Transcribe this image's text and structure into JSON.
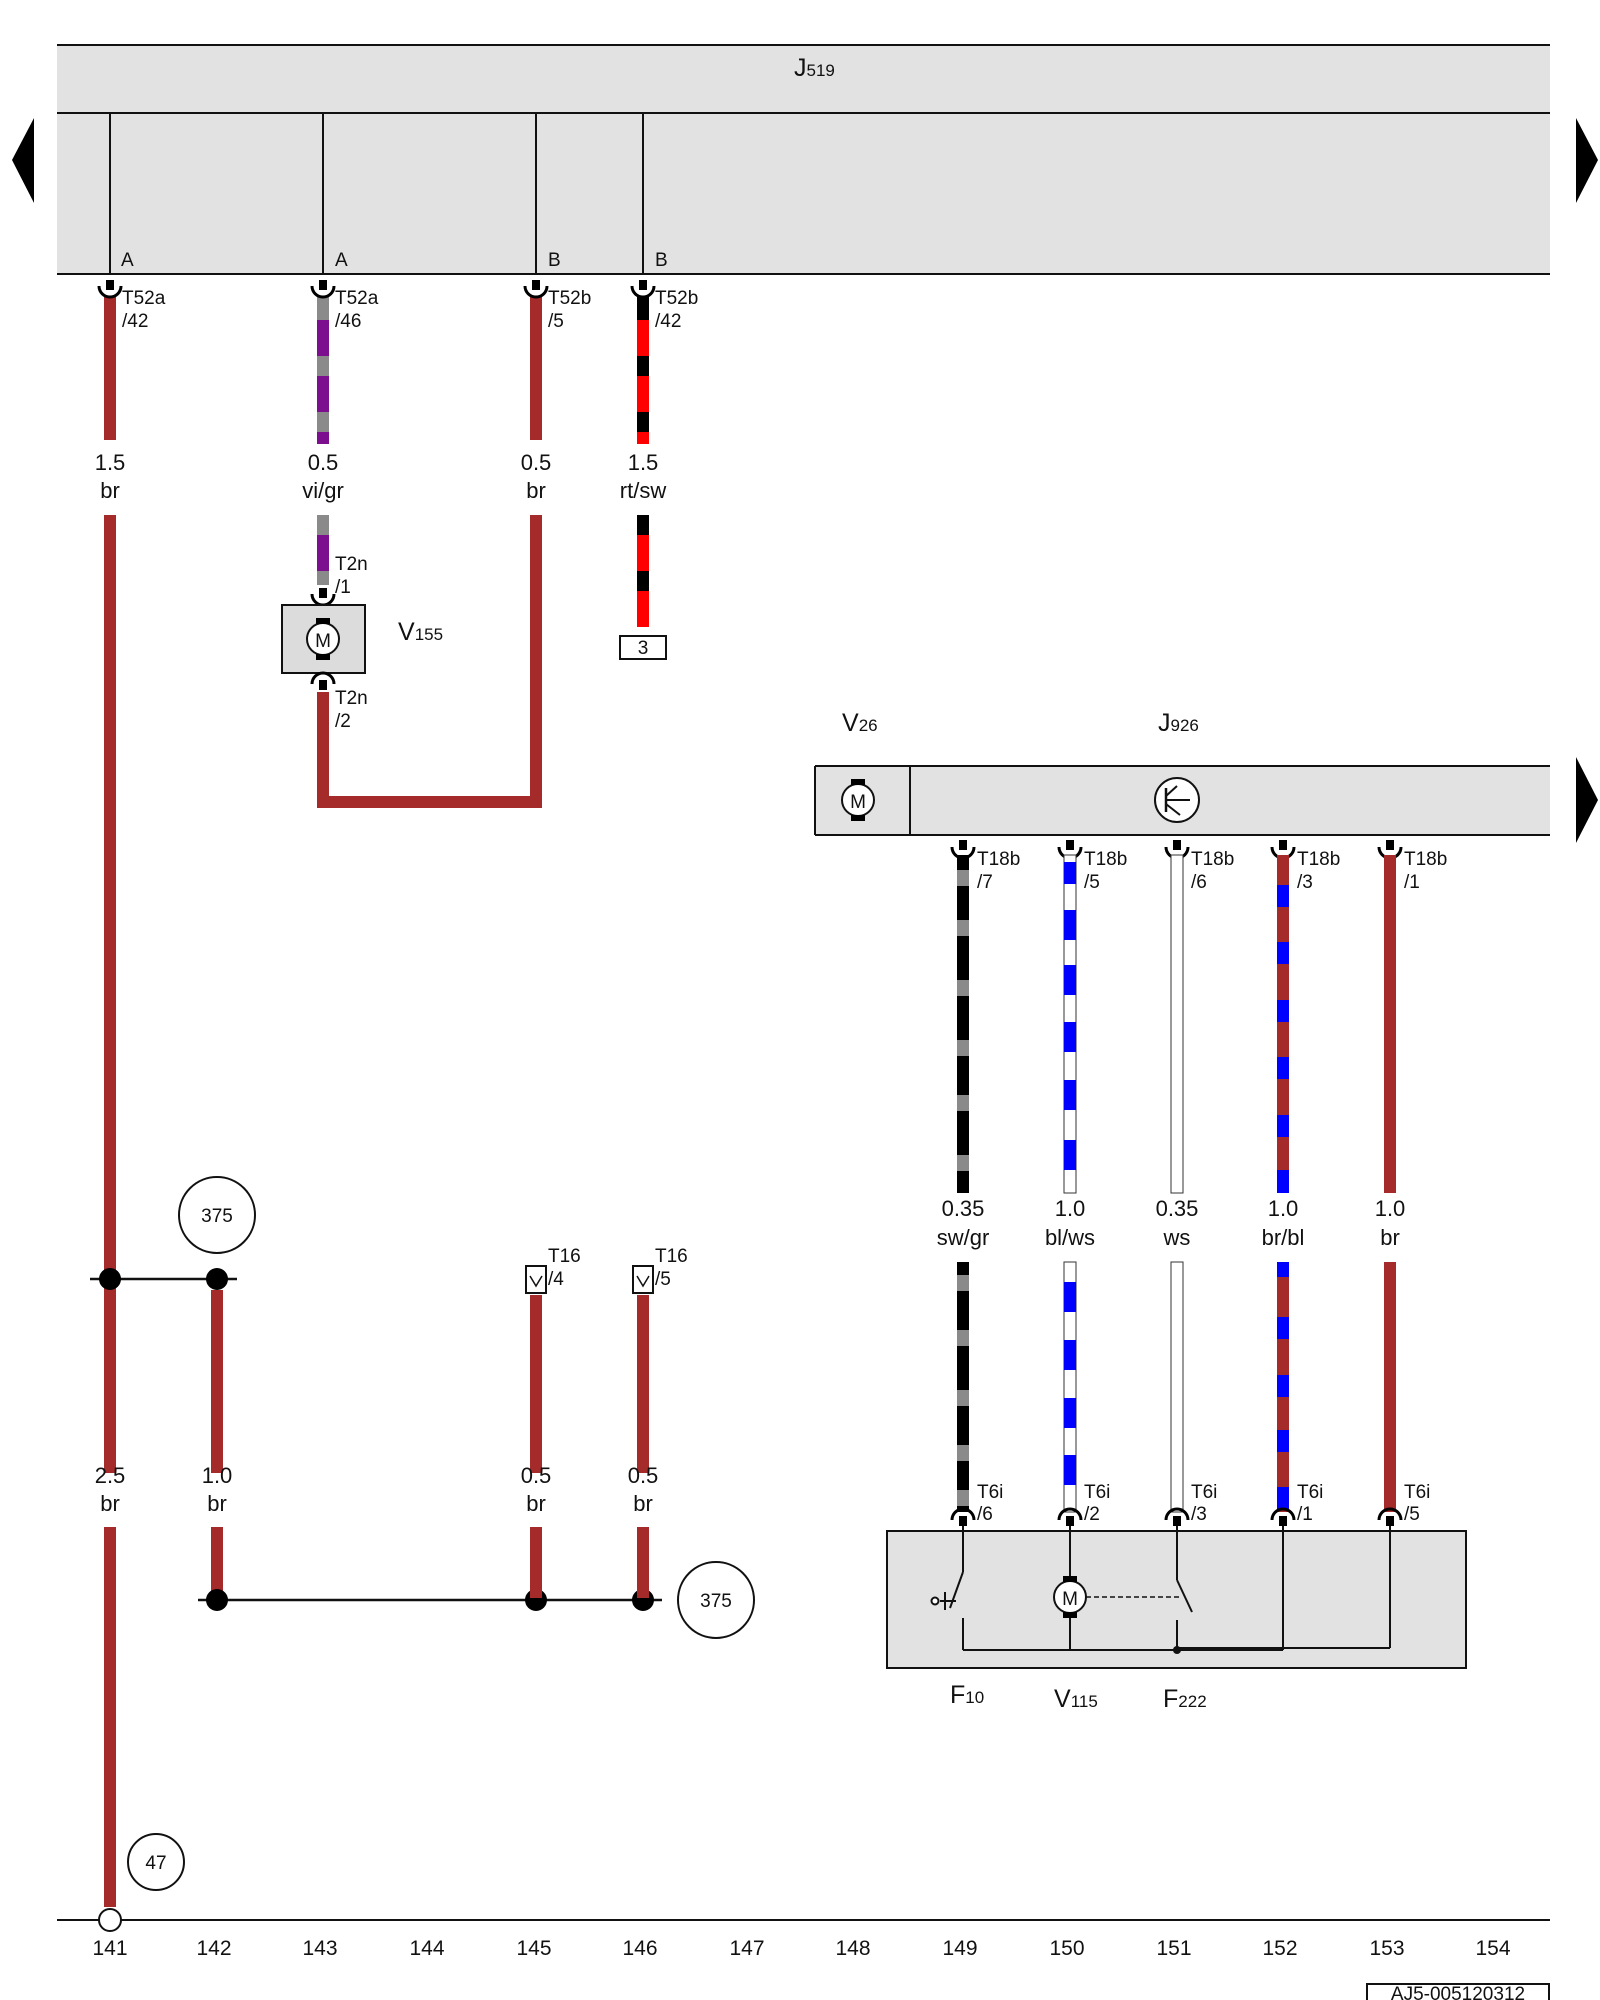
{
  "units": {
    "J519": {
      "code": "J",
      "num": "519"
    },
    "V155": {
      "code": "V",
      "num": "155"
    },
    "V26": {
      "code": "V",
      "num": "26"
    },
    "J926": {
      "code": "J",
      "num": "926"
    },
    "F10": {
      "code": "F",
      "num": "10"
    },
    "V115": {
      "code": "V",
      "num": "115"
    },
    "F222": {
      "code": "F",
      "num": "222"
    }
  },
  "bus_labels": [
    "A",
    "A",
    "B",
    "B"
  ],
  "connectors": [
    {
      "id": "T52a",
      "pin": "/42"
    },
    {
      "id": "T52a",
      "pin": "/46"
    },
    {
      "id": "T52b",
      "pin": "/5"
    },
    {
      "id": "T52b",
      "pin": "/42"
    },
    {
      "id": "T2n",
      "pin": "/1"
    },
    {
      "id": "T2n",
      "pin": "/2"
    },
    {
      "id": "T18b",
      "pin": "/7"
    },
    {
      "id": "T18b",
      "pin": "/5"
    },
    {
      "id": "T18b",
      "pin": "/6"
    },
    {
      "id": "T18b",
      "pin": "/3"
    },
    {
      "id": "T18b",
      "pin": "/1"
    },
    {
      "id": "T16",
      "pin": "/4"
    },
    {
      "id": "T16",
      "pin": "/5"
    },
    {
      "id": "T6i",
      "pin": "/6"
    },
    {
      "id": "T6i",
      "pin": "/2"
    },
    {
      "id": "T6i",
      "pin": "/3"
    },
    {
      "id": "T6i",
      "pin": "/1"
    },
    {
      "id": "T6i",
      "pin": "/5"
    }
  ],
  "wire_labels": [
    {
      "size": "1.5",
      "color": "br"
    },
    {
      "size": "0.5",
      "color": "vi/gr"
    },
    {
      "size": "0.5",
      "color": "br"
    },
    {
      "size": "1.5",
      "color": "rt/sw"
    },
    {
      "size": "0.35",
      "color": "sw/gr"
    },
    {
      "size": "1.0",
      "color": "bl/ws"
    },
    {
      "size": "0.35",
      "color": "ws"
    },
    {
      "size": "1.0",
      "color": "br/bl"
    },
    {
      "size": "1.0",
      "color": "br"
    },
    {
      "size": "2.5",
      "color": "br"
    },
    {
      "size": "1.0",
      "color": "br"
    },
    {
      "size": "0.5",
      "color": "br"
    },
    {
      "size": "0.5",
      "color": "br"
    }
  ],
  "refs": [
    "375",
    "375",
    "47"
  ],
  "terminal_box": "3",
  "motor_symbol": "M",
  "grid_numbers": [
    "141",
    "142",
    "143",
    "144",
    "145",
    "146",
    "147",
    "148",
    "149",
    "150",
    "151",
    "152",
    "153",
    "154"
  ],
  "doc_id": "AJ5-005120312",
  "colors": {
    "br": "#a52a2a",
    "vi": "#7b0f8e",
    "gr": "#8a8a8a",
    "rt": "#ff0000",
    "sw": "#000000",
    "bl": "#0000ff",
    "ws": "#ffffff",
    "panel": "#e2e2e2"
  }
}
